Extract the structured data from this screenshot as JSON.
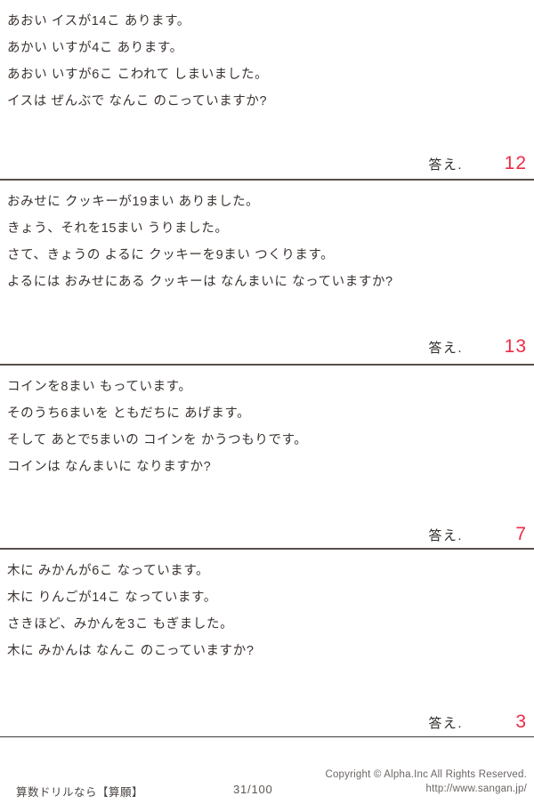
{
  "sheet": {
    "answer_label": "答え.",
    "accent_color": "#ef2b45",
    "text_color": "#3a3330",
    "rule_color": "#554f4c"
  },
  "problems": [
    {
      "index": 1,
      "lines": [
        "あおい イスが14こ あります。",
        "あかい いすが4こ あります。",
        "あおい いすが6こ こわれて しまいました。",
        "イスは ぜんぶで なんこ のこっていますか?"
      ],
      "answer_label": "答え.",
      "answer": "12"
    },
    {
      "index": 2,
      "lines": [
        "おみせに クッキーが19まい ありました。",
        "きょう、それを15まい うりました。",
        "さて、きょうの よるに クッキーを9まい つくります。",
        "よるには おみせにある クッキーは なんまいに なっていますか?"
      ],
      "answer_label": "答え.",
      "answer": "13"
    },
    {
      "index": 3,
      "lines": [
        "コインを8まい もっています。",
        "そのうち6まいを ともだちに あげます。",
        "そして あとで5まいの コインを かうつもりです。",
        "コインは なんまいに なりますか?"
      ],
      "answer_label": "答え.",
      "answer": "7"
    },
    {
      "index": 4,
      "lines": [
        "木に みかんが6こ なっています。",
        "木に りんごが14こ なっています。",
        "さきほど、みかんを3こ もぎました。",
        "木に みかんは なんこ のこっていますか?"
      ],
      "answer_label": "答え.",
      "answer": "3"
    }
  ],
  "footer": {
    "brand": "算数ドリルなら【算願】",
    "page": "31/100",
    "copyright": "Copyright ©  Alpha.Inc All Rights Reserved.",
    "url": "http://www.sangan.jp/"
  }
}
